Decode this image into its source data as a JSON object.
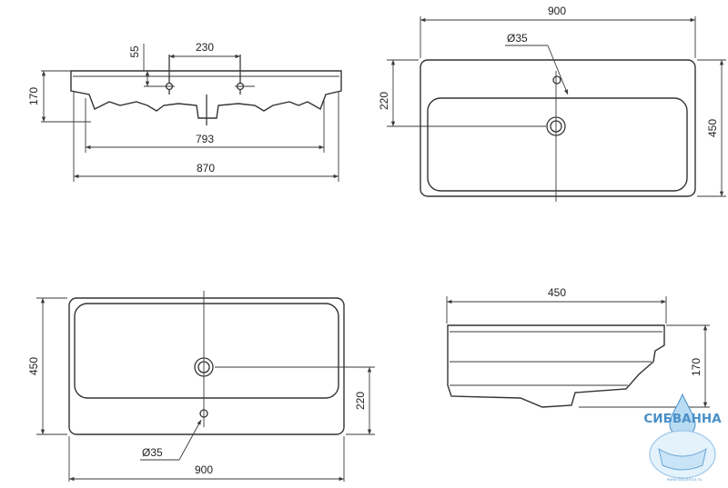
{
  "drawing": {
    "views": {
      "front": {
        "dim_hole_spacing": "230",
        "dim_hole_offset": "55",
        "dim_height": "170",
        "dim_inner_width": "793",
        "dim_total_width": "870"
      },
      "top": {
        "dim_width": "900",
        "dim_depth": "450",
        "dim_hole_distance": "220",
        "dim_hole_diameter": "Ø35"
      },
      "top_mirrored": {
        "dim_width": "900",
        "dim_depth": "450",
        "dim_hole_distance": "220",
        "dim_hole_diameter": "Ø35"
      },
      "side": {
        "dim_depth": "450",
        "dim_height": "170"
      }
    }
  },
  "logo": {
    "brand": "СИБВАННА",
    "url": "www.sibvanna.ru",
    "color": "#4a90c8"
  }
}
